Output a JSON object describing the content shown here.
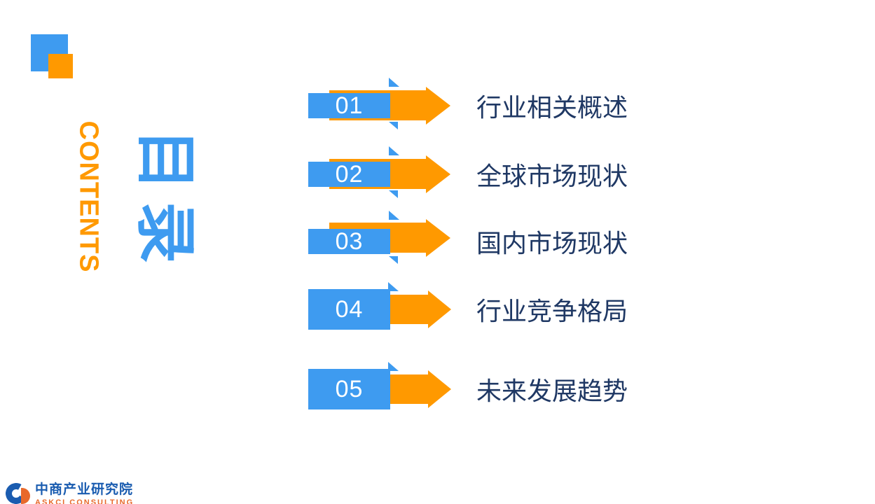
{
  "slide": {
    "contents_vertical_label": "CONTENTS",
    "title_vertical": "目录"
  },
  "toc_items": [
    {
      "number": "01",
      "label": "行业相关概述"
    },
    {
      "number": "02",
      "label": "全球市场现状"
    },
    {
      "number": "03",
      "label": "国内市场现状"
    },
    {
      "number": "04",
      "label": "行业竞争格局"
    },
    {
      "number": "05",
      "label": "未来发展趋势"
    }
  ],
  "logo": {
    "name_cn": "中商产业研究院",
    "name_en": "ASKCI CONSULTING"
  },
  "colors": {
    "blue": "#3E9BF0",
    "orange": "#FF9900",
    "navy": "#1F3864",
    "logo_blue": "#1A5CB0",
    "logo_orange": "#E8692B"
  }
}
